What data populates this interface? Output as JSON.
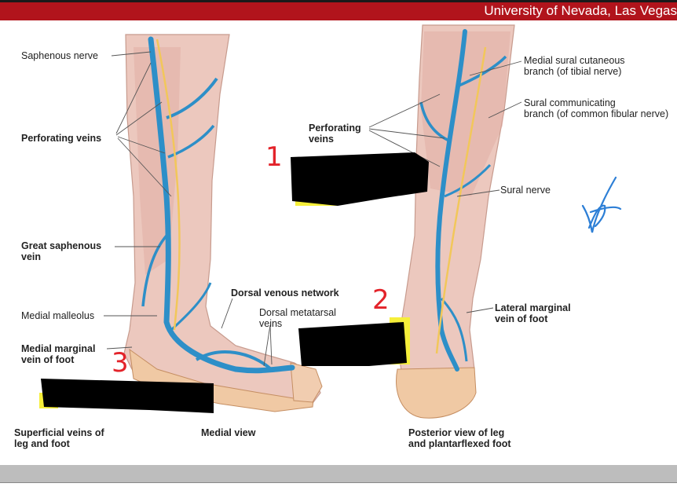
{
  "header": {
    "university": "University of Nevada, Las Vegas"
  },
  "labels": {
    "saphenous_nerve": "Saphenous nerve",
    "perforating_veins_left": "Perforating veins",
    "great_saphenous_1": "Great saphenous",
    "great_saphenous_2": "vein",
    "medial_malleolus": "Medial malleolus",
    "medial_marginal_1": "Medial marginal",
    "medial_marginal_2": "vein of foot",
    "dorsal_venous_network": "Dorsal venous network",
    "dorsal_metatarsal_1": "Dorsal metatarsal",
    "dorsal_metatarsal_2": "veins",
    "perforating_veins_right_1": "Perforating",
    "perforating_veins_right_2": "veins",
    "medial_sural_1": "Medial sural cutaneous",
    "medial_sural_2": "branch (of tibial nerve)",
    "sural_comm_1": "Sural communicating",
    "sural_comm_2": "branch (of common fibular nerve)",
    "sural_nerve": "Sural nerve",
    "lateral_marginal_1": "Lateral marginal",
    "lateral_marginal_2": "vein of foot"
  },
  "captions": {
    "superficial_1": "Superficial veins of",
    "superficial_2": "leg and foot",
    "medial_view": "Medial view",
    "posterior_1": "Posterior view of leg",
    "posterior_2": "and plantarflexed foot"
  },
  "annotations": {
    "mark_1": "1",
    "mark_2": "2",
    "mark_3": "3"
  },
  "colors": {
    "header_red": "#b1141c",
    "vein_blue": "#2d8fc8",
    "nerve_yellow": "#f2c75a",
    "ink_red": "#e3232a",
    "ink_blue": "#2d7fd6"
  }
}
